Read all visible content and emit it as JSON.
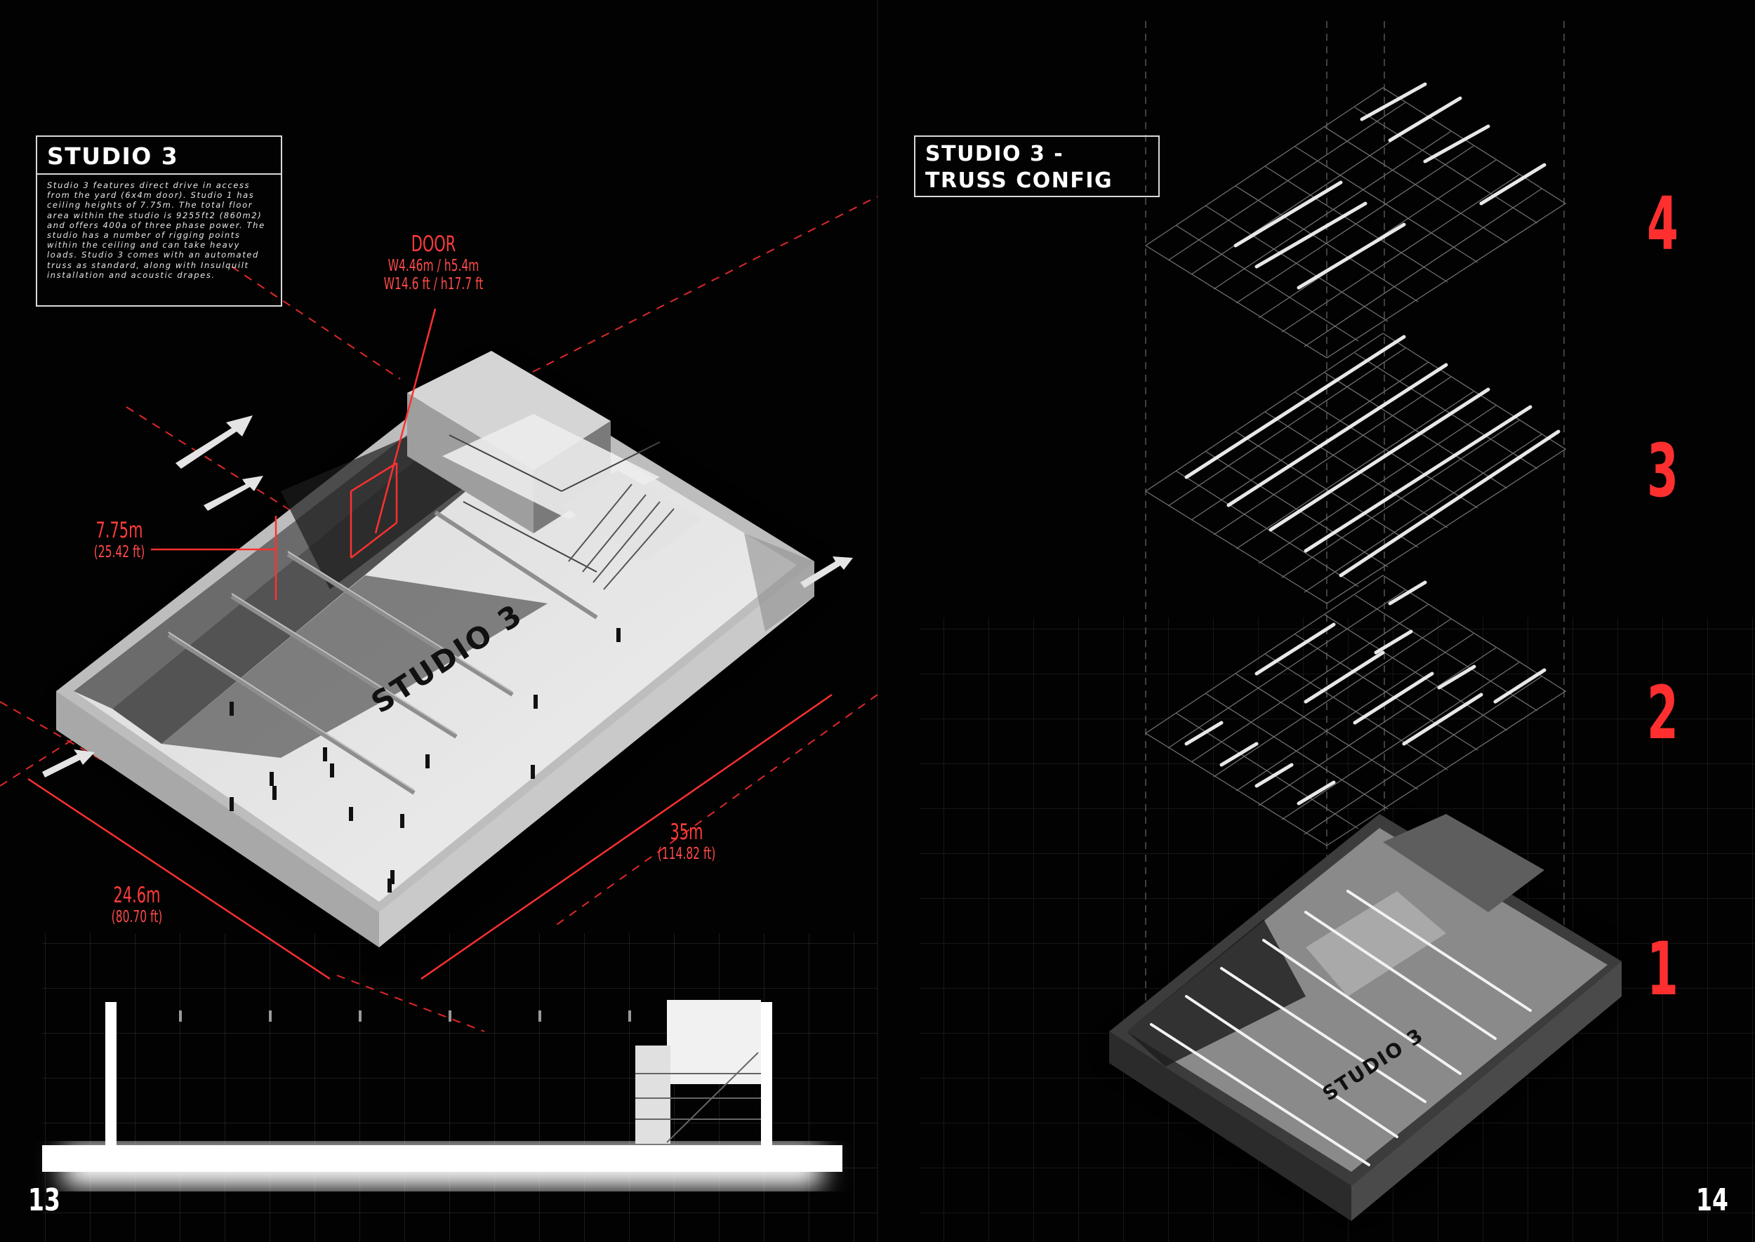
{
  "left_page": {
    "info_title": "STUDIO 3",
    "info_text": "Studio 3 features direct drive in access from the yard (6x4m door). Studio 1 has ceiling heights of 7.75m. The total floor area within the studio is 9255ft2 (860m2) and offers 400a of three phase power. The studio has a number of rigging points within the ceiling and can take heavy loads. Studio 3 comes with an automated truss as standard, along with Insulquilt installation and acoustic drapes.",
    "floor_label": "STUDIO 3",
    "door": {
      "label": "DOOR",
      "metric": "W4.46m / h5.4m",
      "imperial": "W14.6 ft / h17.7 ft"
    },
    "height": {
      "metric": "7.75m",
      "imperial": "(25.42 ft)"
    },
    "length": {
      "metric": "35m",
      "imperial": "(114.82 ft)"
    },
    "width": {
      "metric": "24.6m",
      "imperial": "(80.70 ft)"
    },
    "page_number": "13"
  },
  "right_page": {
    "title_line1": "STUDIO 3 -",
    "title_line2": "TRUSS CONFIG",
    "floor_label": "STUDIO 3",
    "configs": [
      "4",
      "3",
      "2",
      "1"
    ],
    "page_number": "14"
  },
  "colors": {
    "background": "#020202",
    "accent_red": "#ff3b3b",
    "white": "#ffffff"
  }
}
